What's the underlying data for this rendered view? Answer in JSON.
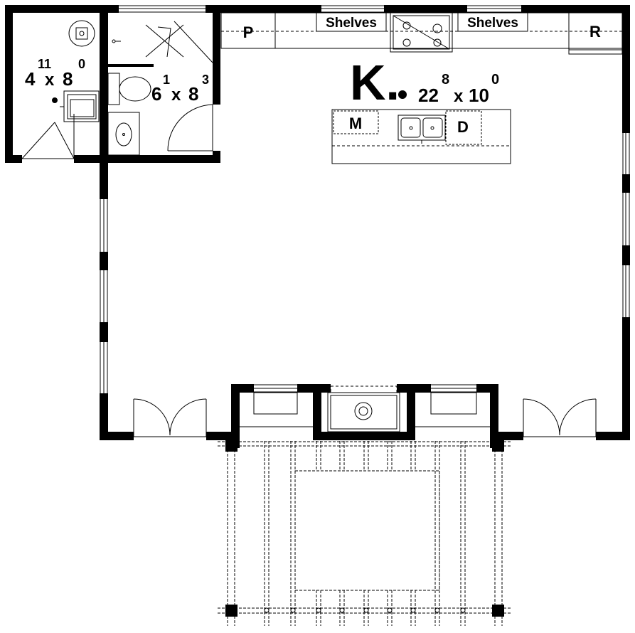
{
  "labels": {
    "pantry": "P",
    "refrigerator": "R",
    "shelves_left": "Shelves",
    "shelves_right": "Shelves",
    "microwave": "M",
    "dishwasher": "D"
  },
  "rooms": {
    "kitchen": {
      "letter": "K.",
      "width_ft": "22",
      "width_in": "8",
      "depth_ft": "10",
      "depth_in": "0",
      "times": "x"
    },
    "bath": {
      "width_ft": "6",
      "width_in": "1",
      "depth_ft": "8",
      "depth_in": "3",
      "times": "x"
    },
    "utility": {
      "width_ft": "4",
      "width_in": "11",
      "depth_ft": "8",
      "depth_in": "0",
      "times": "x"
    }
  },
  "colors": {
    "wall": "#000000",
    "line": "#000000",
    "background": "#ffffff"
  }
}
